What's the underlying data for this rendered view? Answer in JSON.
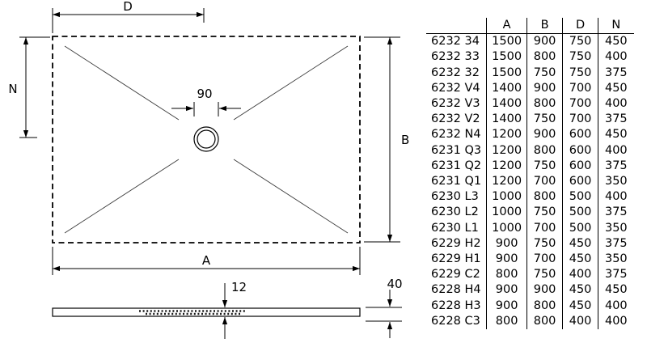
{
  "drawing": {
    "labels": {
      "top_width": "D",
      "left_depth": "N",
      "overall_width": "A",
      "overall_depth": "B",
      "drain_diameter": "90",
      "slab_thickness": "12",
      "total_height": "40"
    }
  },
  "table": {
    "headers": [
      "A",
      "B",
      "D",
      "N"
    ],
    "rows": [
      [
        "6232 34",
        "1500",
        "900",
        "750",
        "450"
      ],
      [
        "6232 33",
        "1500",
        "800",
        "750",
        "400"
      ],
      [
        "6232 32",
        "1500",
        "750",
        "750",
        "375"
      ],
      [
        "6232 V4",
        "1400",
        "900",
        "700",
        "450"
      ],
      [
        "6232 V3",
        "1400",
        "800",
        "700",
        "400"
      ],
      [
        "6232 V2",
        "1400",
        "750",
        "700",
        "375"
      ],
      [
        "6232 N4",
        "1200",
        "900",
        "600",
        "450"
      ],
      [
        "6231 Q3",
        "1200",
        "800",
        "600",
        "400"
      ],
      [
        "6231 Q2",
        "1200",
        "750",
        "600",
        "375"
      ],
      [
        "6231 Q1",
        "1200",
        "700",
        "600",
        "350"
      ],
      [
        "6230 L3",
        "1000",
        "800",
        "500",
        "400"
      ],
      [
        "6230 L2",
        "1000",
        "750",
        "500",
        "375"
      ],
      [
        "6230 L1",
        "1000",
        "700",
        "500",
        "350"
      ],
      [
        "6229 H2",
        "900",
        "750",
        "450",
        "375"
      ],
      [
        "6229 H1",
        "900",
        "700",
        "450",
        "350"
      ],
      [
        "6229 C2",
        "800",
        "750",
        "400",
        "375"
      ],
      [
        "6228 H4",
        "900",
        "900",
        "450",
        "450"
      ],
      [
        "6228 H3",
        "900",
        "800",
        "450",
        "400"
      ],
      [
        "6228 C3",
        "800",
        "800",
        "400",
        "400"
      ]
    ]
  }
}
